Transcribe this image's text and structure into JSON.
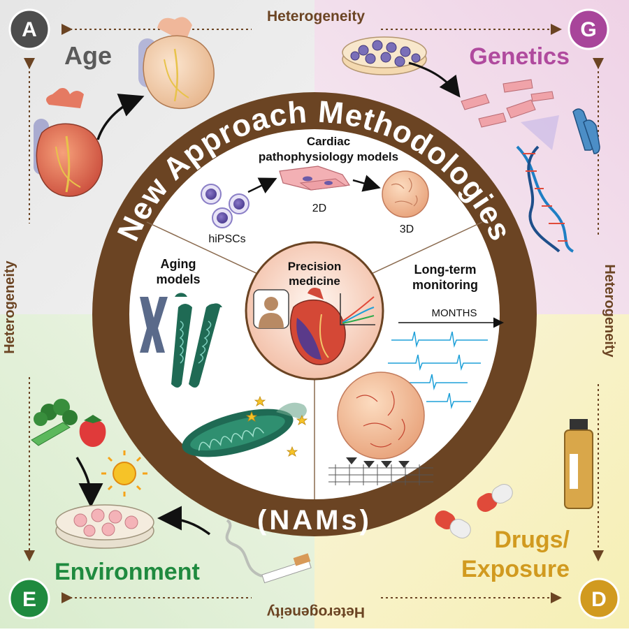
{
  "corners": {
    "age": {
      "letter": "A",
      "label": "Age",
      "color": "#5a5a5a"
    },
    "genetics": {
      "letter": "G",
      "label": "Genetics",
      "color": "#b04a9e"
    },
    "environment": {
      "letter": "E",
      "label": "Environment",
      "color": "#1f8a3f"
    },
    "drugs": {
      "letter": "D",
      "label_line1": "Drugs/",
      "label_line2": "Exposure",
      "color": "#d19a1f"
    }
  },
  "heterogeneity": {
    "top": "Heterogeneity",
    "bottom": "Heterogeneity",
    "left": "Heterogeneity",
    "right": "Heterogeneity"
  },
  "ring": {
    "title": "New Approach Methodologies",
    "abbrev": "(NAMs)",
    "color": "#6b4423"
  },
  "sections": {
    "cardiac": {
      "title_line1": "Cardiac",
      "title_line2": "pathophysiology models",
      "label_cells": "hiPSCs",
      "label_2d": "2D",
      "label_3d": "3D"
    },
    "aging": {
      "title_line1": "Aging",
      "title_line2": "models"
    },
    "monitoring": {
      "title_line1": "Long-term",
      "title_line2": "monitoring",
      "axis_label": "MONTHS"
    },
    "center": {
      "title_line1": "Precision",
      "title_line2": "medicine"
    }
  }
}
